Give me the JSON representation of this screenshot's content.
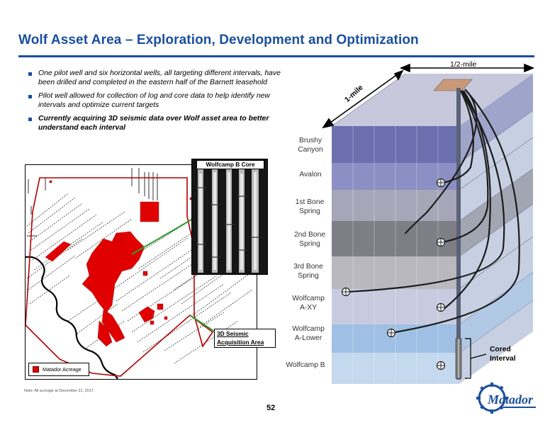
{
  "title": "Wolf Asset Area – Exploration, Development and Optimization",
  "bullets": [
    "One pilot well and six horizontal wells, all targeting different intervals, have been drilled and completed in the eastern half of the Barnett leasehold",
    "Pilot well allowed for collection of log and core data to help identify new intervals and optimize current targets",
    "Currently acquiring 3D seismic data over Wolf asset area to better understand each interval"
  ],
  "map": {
    "legend_label": "Matador Acreage",
    "acreage_color": "#e10000",
    "boundary_color": "#b00000",
    "callout_color": "#2e9e2e",
    "core_label": "Wolfcamp B Core",
    "seismic_label_line1": "3D Seismic",
    "seismic_label_line2": "Acquisition Area"
  },
  "block": {
    "dim_half_mile": "1/2-mile",
    "dim_one_mile": "1-mile",
    "cored_line1": "Cored",
    "cored_line2": "Interval",
    "layers": [
      {
        "line1": "Brushy",
        "line2": "Canyon"
      },
      {
        "line1": "Avalon",
        "line2": ""
      },
      {
        "line1": "1st Bone",
        "line2": "Spring"
      },
      {
        "line1": "2nd Bone",
        "line2": "Spring"
      },
      {
        "line1": "3rd Bone",
        "line2": "Spring"
      },
      {
        "line1": "Wolfcamp",
        "line2": "A-XY"
      },
      {
        "line1": "Wolfcamp",
        "line2": "A-Lower"
      },
      {
        "line1": "Wolfcamp B",
        "line2": ""
      }
    ]
  },
  "note": "Note: All acreage at December 31, 2017.",
  "page_number": "52",
  "logo_text": "Matador"
}
